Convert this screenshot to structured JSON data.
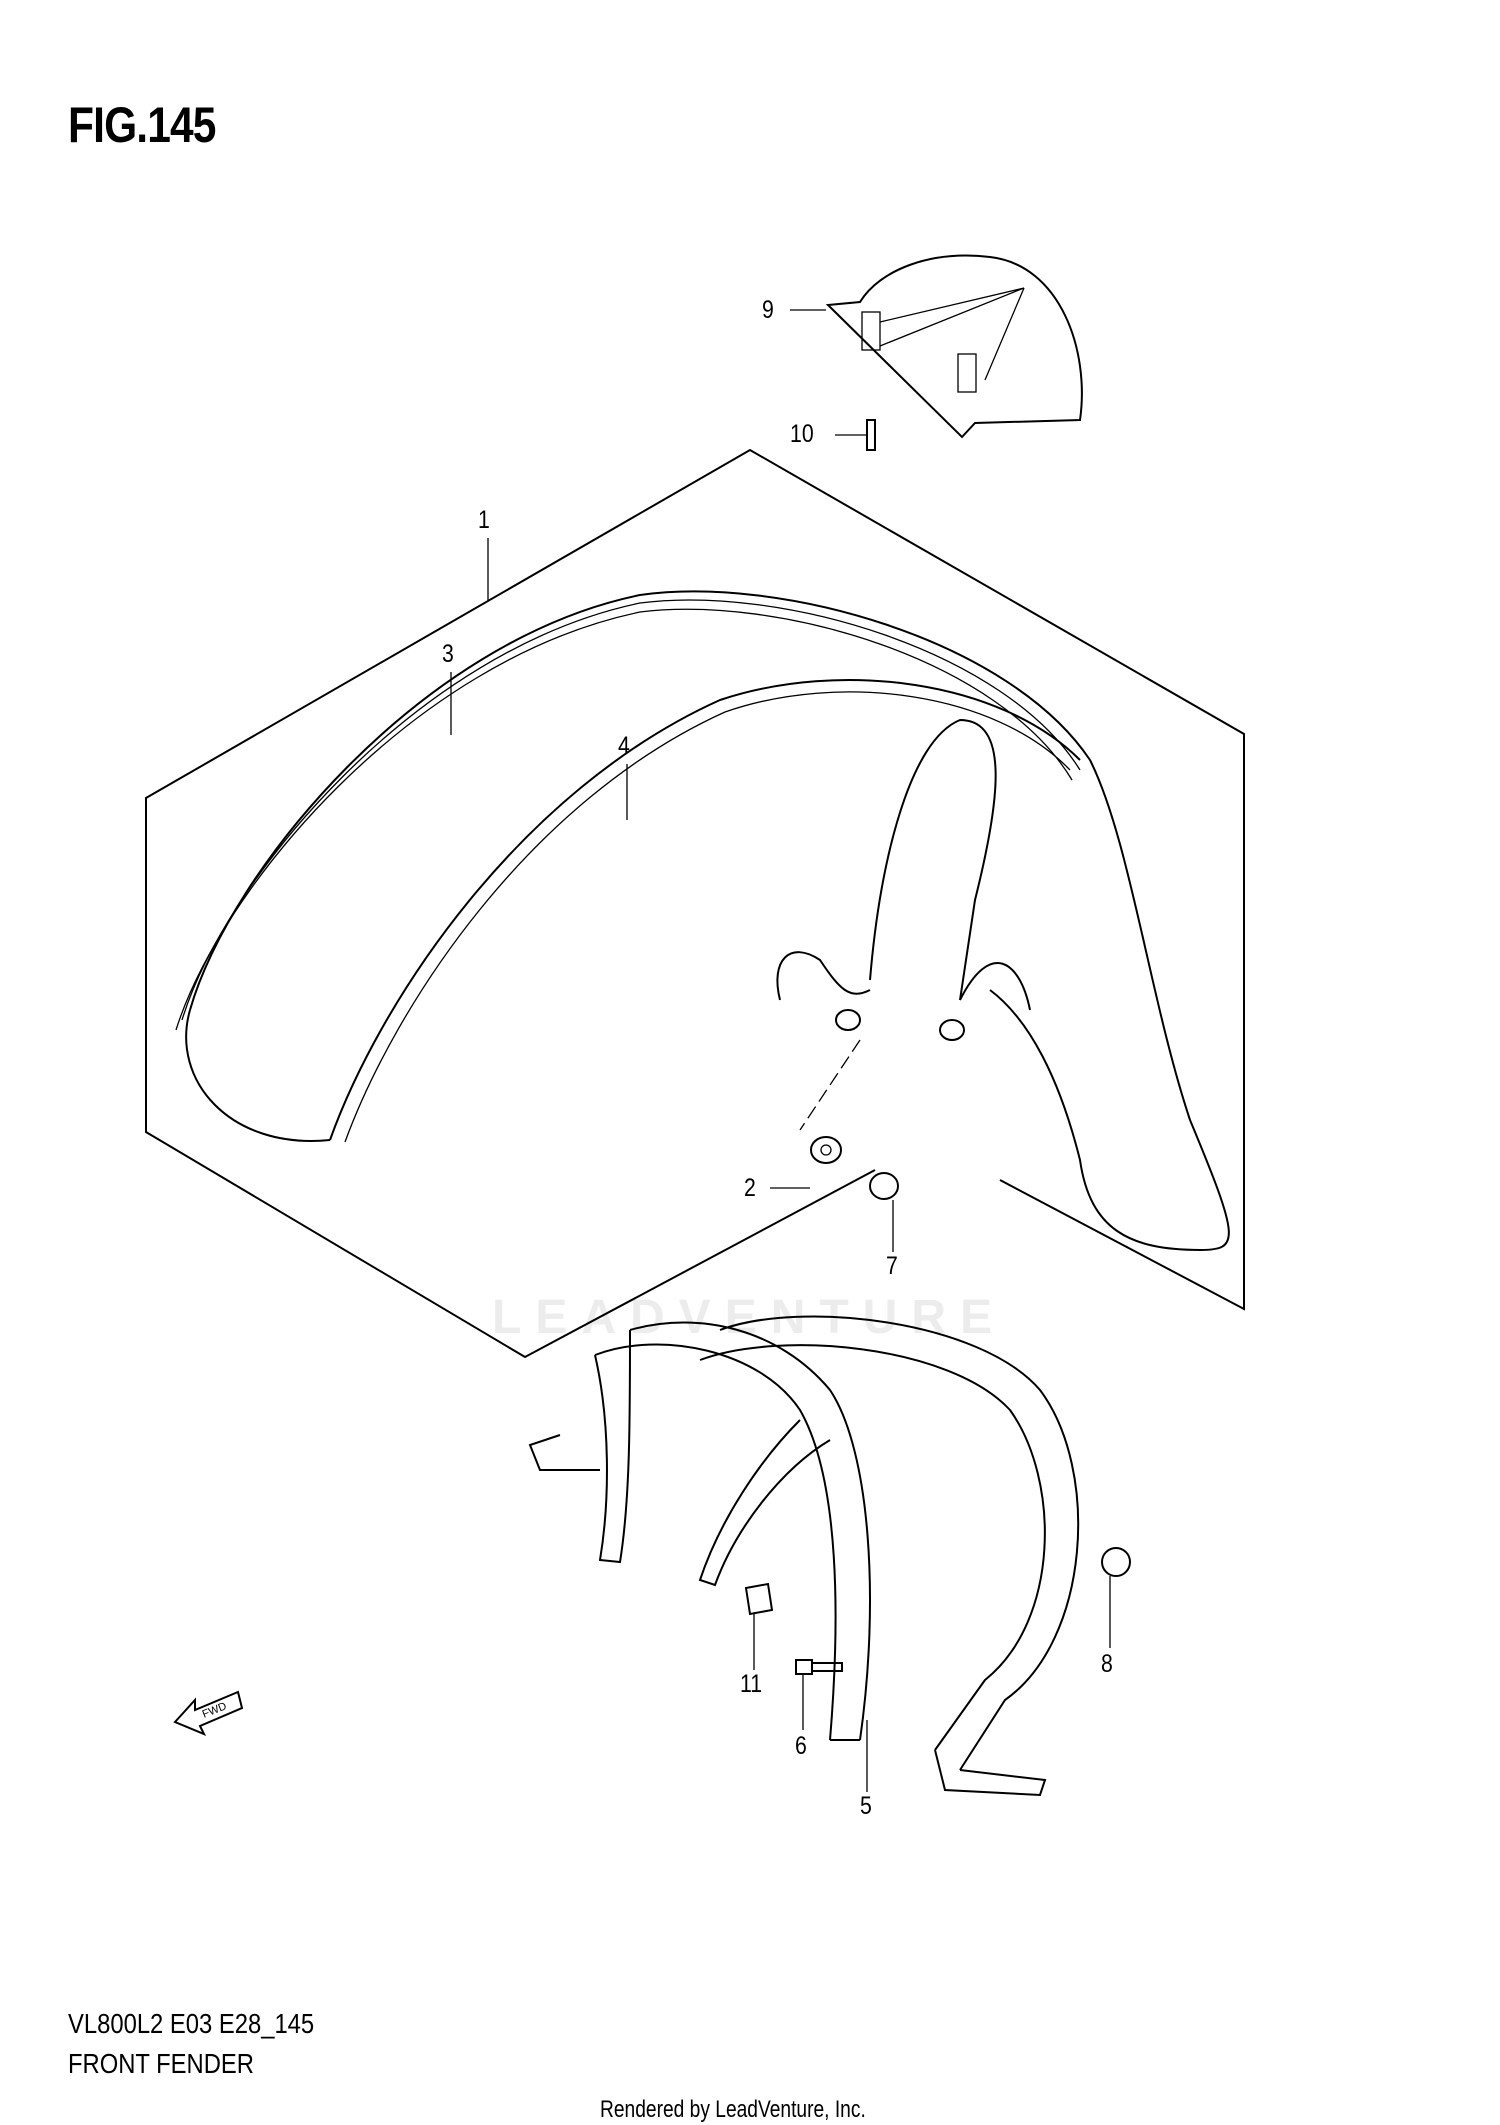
{
  "figure": {
    "title": "FIG.145"
  },
  "callouts": [
    "1",
    "2",
    "3",
    "4",
    "5",
    "6",
    "7",
    "8",
    "9",
    "10",
    "11"
  ],
  "footer": {
    "model_code": "VL800L2 E03 E28_145",
    "section_name": "FRONT FENDER",
    "render_credit": "Rendered by LeadVenture, Inc."
  },
  "watermark": "LEADVENTURE",
  "fwd_label": "FWD"
}
